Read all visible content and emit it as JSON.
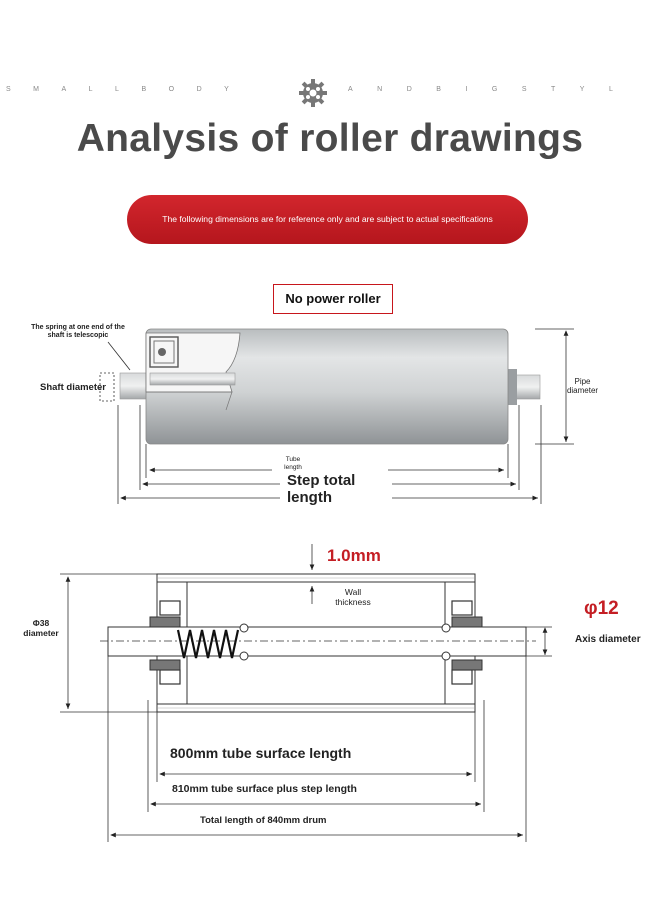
{
  "header": {
    "tagline_left": "SMALLBODY",
    "tagline_right": "ANDBIGSTYL",
    "logo_icon": "gear-icon",
    "title": "Analysis of roller drawings"
  },
  "banner": {
    "text": "The following dimensions are for reference only and are subject to actual specifications",
    "color": "#c41e24"
  },
  "roller_photo": {
    "name_label": "No power roller",
    "spring_note": "The spring at one end of the shaft is telescopic",
    "shaft_diameter": "Shaft diameter",
    "pipe_diameter": "Pipe diameter",
    "tube_length": "Tube length",
    "step_total_length": "Step total length"
  },
  "drawing": {
    "wall_value": "1.0mm",
    "wall_label": "Wall thickness",
    "tube_diameter": "Φ38 diameter",
    "axis_value": "φ12",
    "axis_label": "Axis diameter",
    "dim_tube_surface": "800mm tube surface length",
    "dim_with_step": "810mm tube surface plus step length",
    "dim_total": "Total length of 840mm drum",
    "accent_color": "#c41e24"
  }
}
